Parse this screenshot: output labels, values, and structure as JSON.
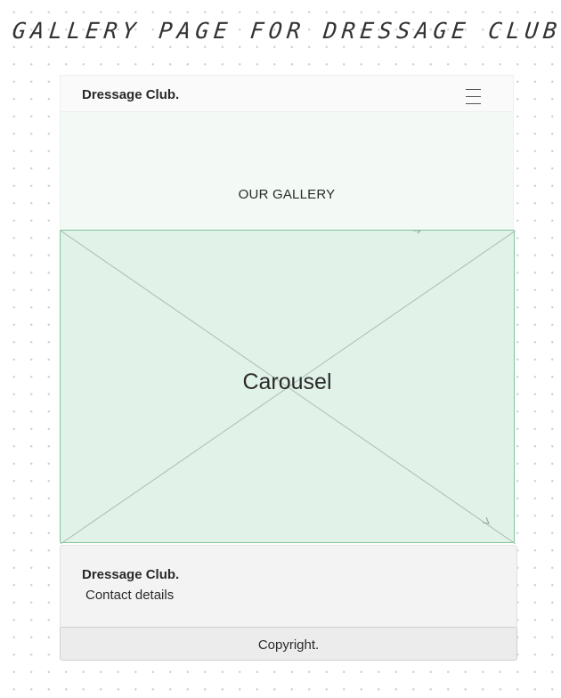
{
  "annotation": {
    "title": "GALLERY PAGE FOR DRESSAGE CLUB"
  },
  "header": {
    "brand": "Dressage Club.",
    "menu_icon": "hamburger-menu-icon"
  },
  "gallery": {
    "title": "OUR GALLERY"
  },
  "carousel": {
    "label": "Carousel",
    "placeholder_icon": "image-placeholder-cross",
    "arrow_icon": "arrow-right-icon"
  },
  "footer": {
    "brand": "Dressage Club.",
    "contact": "Contact details",
    "copyright": "Copyright."
  },
  "colors": {
    "canvas": "#ffffff",
    "grid_dot": "#cfd3d8",
    "header_bg": "#fafafa",
    "gallery_bg": "#f3faf5",
    "carousel_bg": "#e1f2e8",
    "carousel_border": "#83c39c",
    "footer_bg": "#f3f3f3",
    "copyright_bg": "#ececec"
  }
}
